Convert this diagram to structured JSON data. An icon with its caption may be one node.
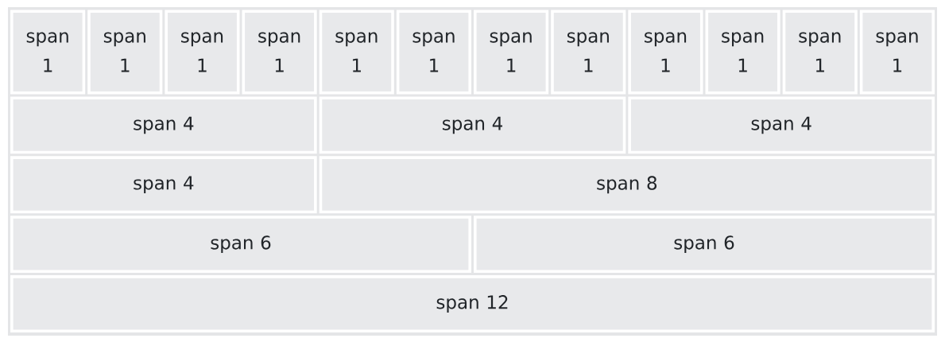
{
  "diagram": {
    "nodes": [
      {
        "text": [
          "span 1"
        ]
      },
      {
        "text": [
          "span 1"
        ]
      },
      {
        "text": [
          "span 1"
        ]
      },
      {
        "text": [
          "span 1"
        ]
      },
      {
        "text": [
          "span 1"
        ]
      },
      {
        "text": [
          "span 1"
        ]
      },
      {
        "text": [
          "span 1"
        ]
      },
      {
        "text": [
          "span 1"
        ]
      },
      {
        "text": [
          "span 1"
        ]
      },
      {
        "text": [
          "span 1"
        ]
      },
      {
        "text": [
          "span 1"
        ]
      },
      {
        "text": [
          "span 1"
        ]
      },
      {
        "text": [
          "span 4"
        ]
      },
      {
        "text": [
          "span 4"
        ]
      },
      {
        "text": [
          "span 4"
        ]
      },
      {
        "text": [
          "span 4"
        ]
      },
      {
        "text": [
          "span 8"
        ]
      },
      {
        "text": [
          "span 6"
        ]
      },
      {
        "text": [
          "span 6"
        ]
      },
      {
        "text": [
          "span 12"
        ]
      }
    ]
  }
}
